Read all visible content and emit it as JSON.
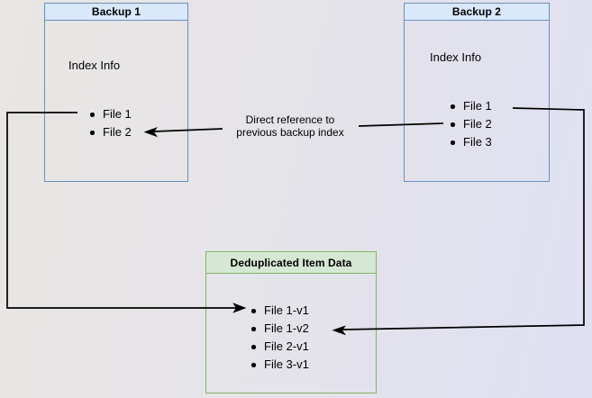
{
  "boxes": {
    "backup1": {
      "title": "Backup 1",
      "label": "Index Info",
      "items": [
        "File 1",
        "File 2"
      ],
      "header_bg": "#dae8fc",
      "border_color": "#6c8ebf"
    },
    "backup2": {
      "title": "Backup 2",
      "label": "Index Info",
      "items": [
        "File 1",
        "File 2",
        "File 3"
      ],
      "header_bg": "#dae8fc",
      "border_color": "#6c8ebf"
    },
    "dedup": {
      "title": "Deduplicated Item Data",
      "items": [
        "File 1-v1",
        "File 1-v2",
        "File 2-v1",
        "File 3-v1"
      ],
      "header_bg": "#d5e8d4",
      "border_color": "#82b366"
    }
  },
  "annotation": {
    "line1": "Direct reference to",
    "line2": "previous backup index"
  },
  "connector_color": "#000000",
  "background": {
    "gradient_from": "#e9e6e3",
    "gradient_to": "#dfe0f3"
  }
}
